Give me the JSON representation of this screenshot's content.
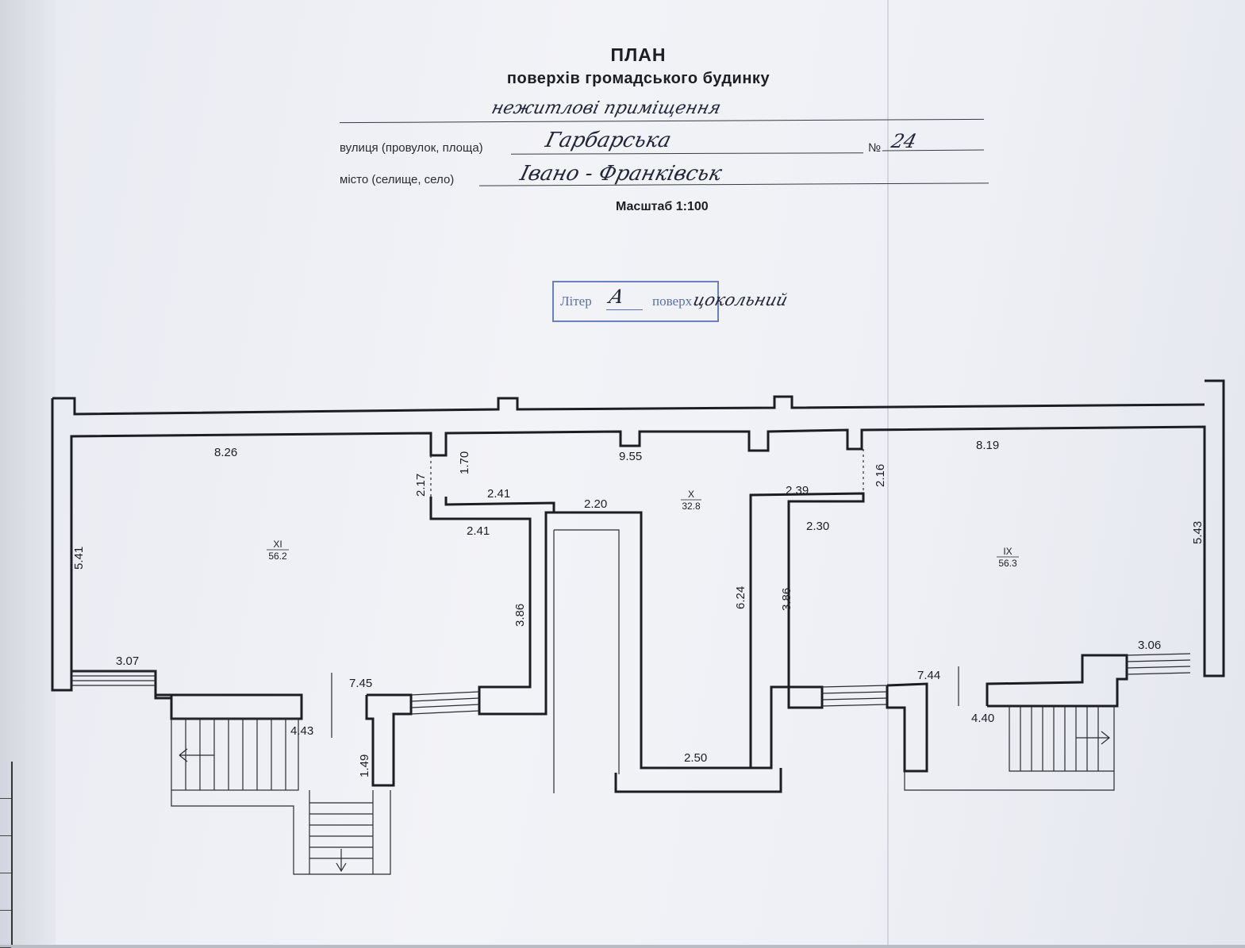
{
  "header": {
    "title": "ПЛАН",
    "subtitle": "поверхів громадського будинку",
    "purpose_handwritten": "нежитлові приміщення",
    "street_label": "вулиця (провулок, площа)",
    "street_value": "Гарбарська",
    "number_label": "№",
    "number_value": "24",
    "city_label": "місто (селище, село)",
    "city_value": "Івано - Франківськ",
    "scale": "Масштаб 1:100"
  },
  "stamp": {
    "liter_label": "Літер",
    "liter_value": "А",
    "floor_label": "поверх",
    "floor_value": "цокольний"
  },
  "rooms": [
    {
      "id": "XI",
      "area": "56.2"
    },
    {
      "id": "X",
      "area": "32.8"
    },
    {
      "id": "IX",
      "area": "56.3"
    }
  ],
  "dimensions": {
    "d_8_26": "8.26",
    "d_1_70": "1.70",
    "d_9_55": "9.55",
    "d_8_19": "8.19",
    "d_2_17": "2.17",
    "d_2_16": "2.16",
    "d_2_41_a": "2.41",
    "d_2_41_b": "2.41",
    "d_2_20": "2.20",
    "d_2_39": "2.39",
    "d_2_30": "2.30",
    "d_5_41": "5.41",
    "d_5_43": "5.43",
    "d_3_86_a": "3.86",
    "d_6_24": "6.24",
    "d_3_86_b": "3.86",
    "d_3_07": "3.07",
    "d_7_45": "7.45",
    "d_4_43": "4.43",
    "d_1_49": "1.49",
    "d_3_06": "3.06",
    "d_7_44": "7.44",
    "d_4_40": "4.40",
    "d_2_50": "2.50"
  }
}
